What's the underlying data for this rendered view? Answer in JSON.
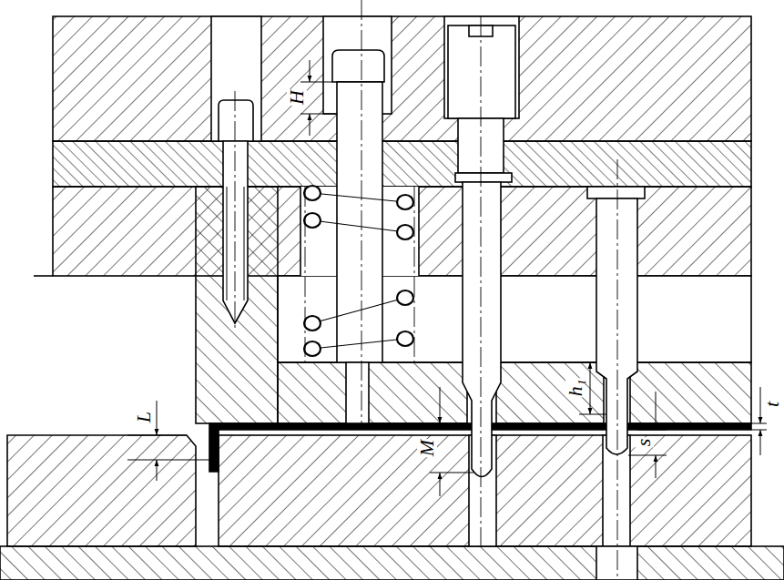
{
  "diagram": {
    "labels": [
      "H",
      "L",
      "M",
      "h₁",
      "t",
      "s"
    ]
  }
}
